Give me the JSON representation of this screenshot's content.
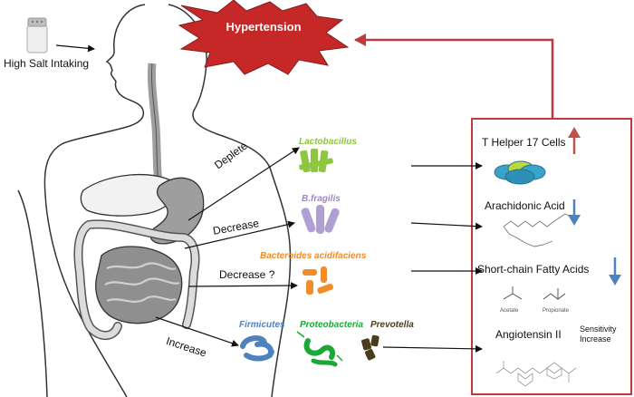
{
  "hypertension": "Hypertension",
  "salt_label": "High Salt Intaking",
  "bacteria": {
    "lactobacillus": "Lactobacillus",
    "bfragilis": "B.fragilis",
    "bacteroides": "Bacteroides acidifaciens",
    "firmicutes": "Firmicutes",
    "proteobacteria": "Proteobacteria",
    "prevotella": "Prevotella"
  },
  "effects": {
    "deplete": "Deplete",
    "decrease": "Decrease",
    "decrease_q": "Decrease ?",
    "increase": "Increase"
  },
  "outcomes": {
    "th17": "T Helper 17 Cells",
    "arachidonic": "Arachidonic Acid",
    "scfa": "Short-chain Fatty Acids",
    "angiotensin": "Angiotensin II",
    "sensitivity": "Sensitivity Increase",
    "acetate": "Acetate",
    "propionate": "Propionate"
  },
  "colors": {
    "star": "#c62828",
    "box": "#c0393b",
    "up_arrow": "#c0504d",
    "down_arrow": "#4f81bd"
  }
}
